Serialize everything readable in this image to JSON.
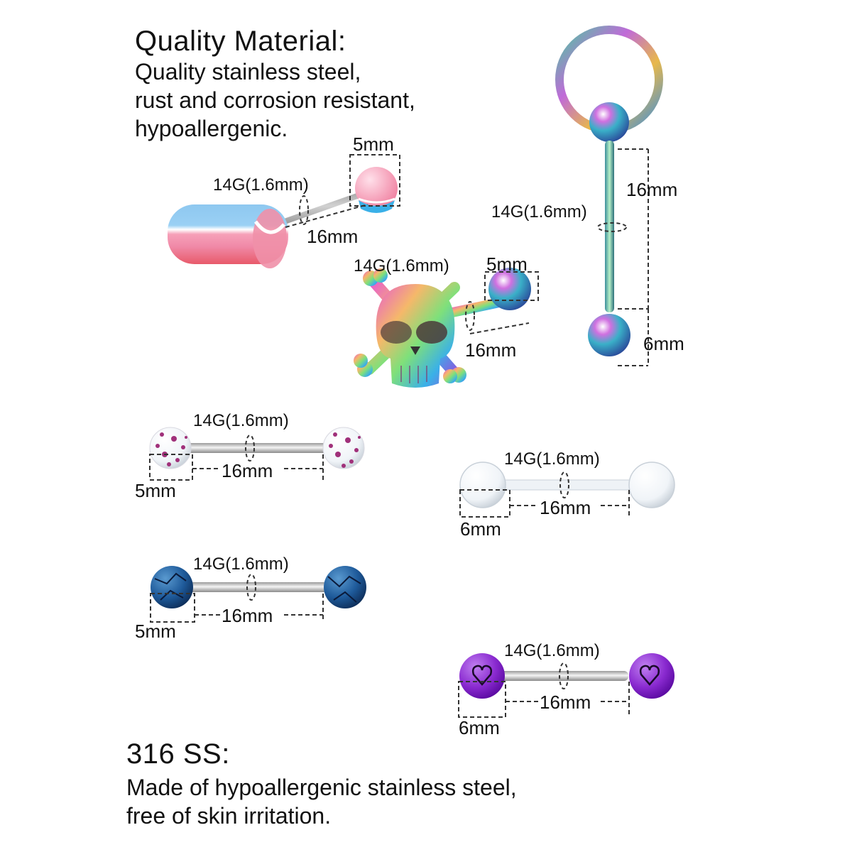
{
  "top": {
    "heading": "Quality Material:",
    "lines": [
      "Quality stainless steel,",
      "rust and corrosion resistant,",
      "hypoallergenic."
    ]
  },
  "bottom": {
    "heading": "316 SS:",
    "lines": [
      "Made of hypoallergenic stainless steel,",
      "free of skin irritation."
    ]
  },
  "items": [
    {
      "gauge": "14G(1.6mm)",
      "length": "16mm",
      "ball": "5mm"
    },
    {
      "gauge": "14G(1.6mm)",
      "length": "16mm",
      "ball": "5mm"
    },
    {
      "gauge": "14G(1.6mm)",
      "length": "16mm",
      "ball": "6mm"
    },
    {
      "gauge": "14G(1.6mm)",
      "length": "16mm",
      "ball": "5mm"
    },
    {
      "gauge": "14G(1.6mm)",
      "length": "16mm",
      "ball": "6mm"
    },
    {
      "gauge": "14G(1.6mm)",
      "length": "16mm",
      "ball": "5mm"
    },
    {
      "gauge": "14G(1.6mm)",
      "length": "16mm",
      "ball": "6mm"
    }
  ]
}
